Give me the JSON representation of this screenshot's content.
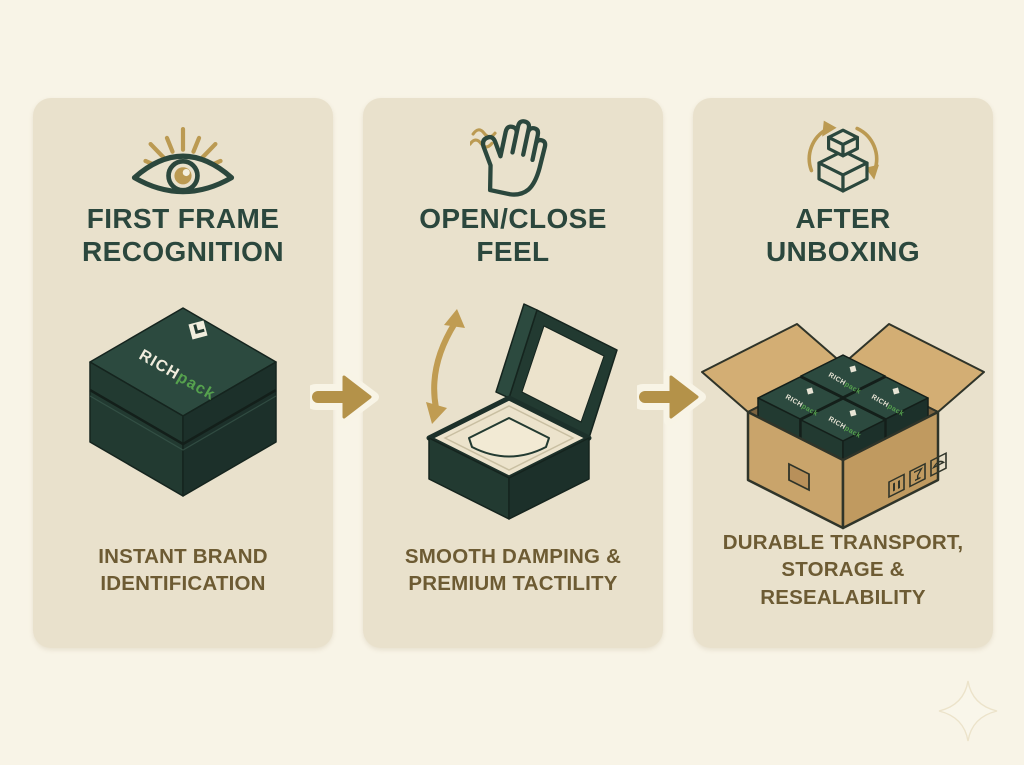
{
  "colors": {
    "page_bg": "#f8f4e7",
    "panel_bg": "#e9e1cc",
    "dark_green": "#2b473d",
    "green_face_top": "#2c4a3f",
    "green_face_left": "#223a31",
    "green_face_right": "#1c302a",
    "gold": "#b79549",
    "caption_text": "#6d5b33",
    "cardboard": "#c9a46b",
    "brand_green": "#56a24e",
    "cream_interior": "#ece3cc"
  },
  "brand": {
    "rich_part": "RICH",
    "pack_part": "pack"
  },
  "panels": [
    {
      "icon": "eye-rays-icon",
      "title_line1": "FIRST FRAME",
      "title_line2": "RECOGNITION",
      "caption_line1": "INSTANT BRAND",
      "caption_line2": "IDENTIFICATION",
      "illustration": "closed-gift-box"
    },
    {
      "icon": "waving-hand-icon",
      "title_line1": "OPEN/CLOSE",
      "title_line2": "FEEL",
      "caption_line1": "SMOOTH DAMPING &",
      "caption_line2": "PREMIUM TACTILITY",
      "illustration": "open-watch-box-with-motion-arrow"
    },
    {
      "icon": "boxes-cycle-icon",
      "title_line1": "AFTER",
      "title_line2": "UNBOXING",
      "caption_line1": "DURABLE TRANSPORT,",
      "caption_line2": "STORAGE &",
      "caption_line3": "RESEALABILITY",
      "illustration": "shipping-carton-with-four-brand-boxes"
    }
  ],
  "arrows": [
    {
      "direction": "right"
    },
    {
      "direction": "right"
    }
  ],
  "watermark": {
    "shape": "four-point-star"
  }
}
